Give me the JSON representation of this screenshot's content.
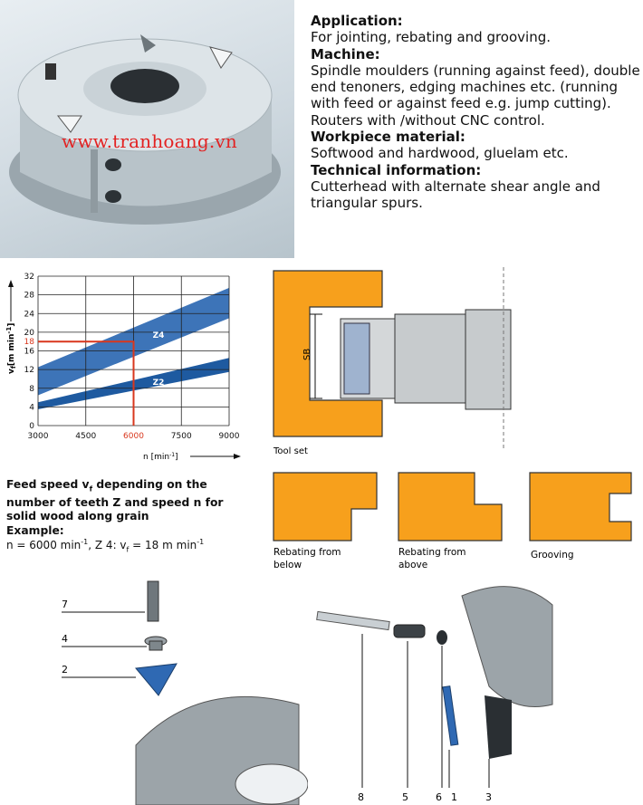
{
  "spec": {
    "application_heading": "Application:",
    "application_text": "For jointing, rebating and grooving.",
    "machine_heading": "Machine:",
    "machine_text": "Spindle moulders (running against feed), double end tenoners, edging machines etc. (running with feed or against feed e.g. jump cutting). Routers with /without CNC control.",
    "workpiece_heading": "Workpiece material:",
    "workpiece_text": "Softwood and hardwood, gluelam etc.",
    "technical_heading": "Technical information:",
    "technical_text": "Cutterhead with alternate shear angle and triangular spurs."
  },
  "watermark": "www.tranhoang.vn",
  "chart_data": {
    "type": "area",
    "ylabel_main": "v",
    "ylabel_sub": "f",
    "ylabel_unit": "[m min",
    "ylabel_exp": "-1",
    "ylabel_close": "]",
    "xlabel": "n [min",
    "xlabel_exp": "-1",
    "xlabel_close": "]",
    "x_ticks": [
      "3000",
      "4500",
      "6000",
      "7500",
      "9000"
    ],
    "y_ticks": [
      "0",
      "4",
      "8",
      "12",
      "16",
      "18",
      "20",
      "24",
      "28",
      "32"
    ],
    "xlim": [
      3000,
      9000
    ],
    "ylim": [
      0,
      32
    ],
    "grid": true,
    "series": [
      {
        "name": "Z4",
        "x": [
          3000,
          9000
        ],
        "lower": [
          6.5,
          23
        ],
        "upper": [
          12.5,
          29.5
        ],
        "color": "#3d74b8"
      },
      {
        "name": "Z2",
        "x": [
          3000,
          9000
        ],
        "lower": [
          3.5,
          11.5
        ],
        "upper": [
          5,
          14.5
        ],
        "color": "#1e5aa0"
      }
    ],
    "example": {
      "x": 6000,
      "y": 18,
      "color": "#d9371d"
    }
  },
  "feed": {
    "caption_line1": "Feed speed v",
    "caption_sub": "f",
    "caption_line1b": " depending on the",
    "caption_line2a": "number of teeth ",
    "caption_z": "Z",
    "caption_line2b": " and speed n for",
    "caption_line3": "solid wood along grain",
    "example_heading": "Example:",
    "example_text_a": "n = 6000 min",
    "example_exp1": "-1",
    "example_text_b": ", Z 4: v",
    "example_sub": "f",
    "example_text_c": " = 18 m min",
    "example_exp2": "-1"
  },
  "tool": {
    "sb_label": "SB",
    "toolset_label": "Tool set"
  },
  "profiles": [
    {
      "label1": "Rebating from",
      "label2": "below"
    },
    {
      "label1": "Rebating from",
      "label2": "above"
    },
    {
      "label1": "Grooving",
      "label2": ""
    }
  ],
  "parts_left": [
    "7",
    "4",
    "2"
  ],
  "parts_right": [
    "8",
    "5",
    "6",
    "1",
    "3"
  ],
  "colors": {
    "orange": "#f7a01c",
    "blue": "#3d74b8",
    "red": "#e32222"
  }
}
